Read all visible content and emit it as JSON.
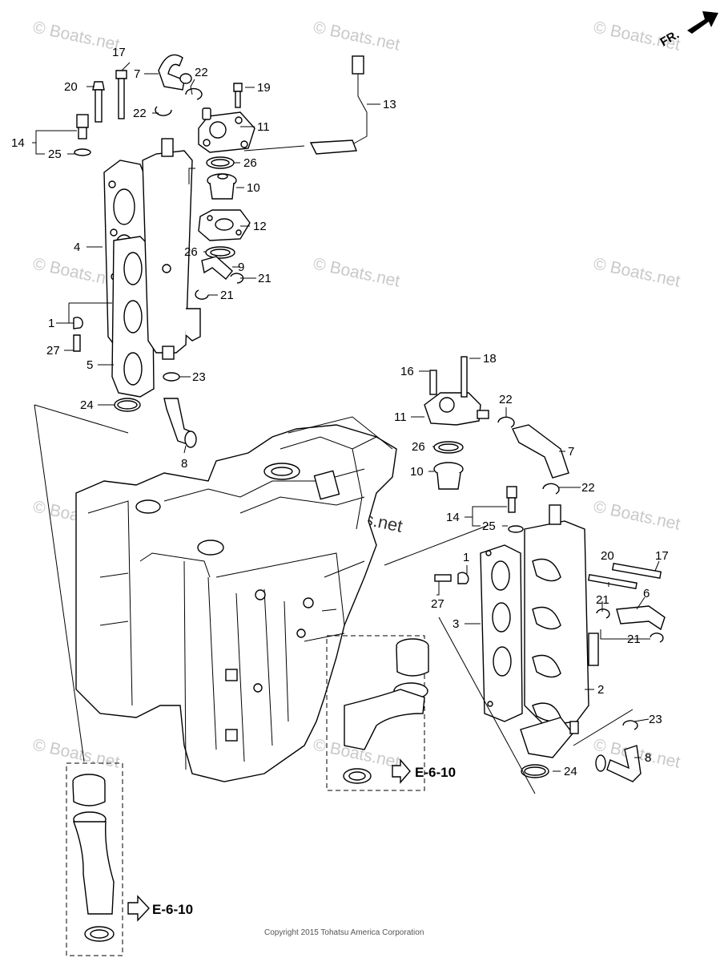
{
  "labels": {
    "l17a": "17",
    "l20a": "20",
    "l7a": "7",
    "l22a": "22",
    "l22b": "22",
    "l19": "19",
    "l14a": "14",
    "l25a": "25",
    "l11a": "11",
    "l13": "13",
    "l26a": "26",
    "l10a": "10",
    "l4": "4",
    "l12": "12",
    "l26b": "26",
    "l9": "9",
    "l21a": "21",
    "l21b": "21",
    "l1a": "1",
    "l27a": "27",
    "l5": "5",
    "l23a": "23",
    "l24a": "24",
    "l8a": "8",
    "l16": "16",
    "l18": "18",
    "l11b": "11",
    "l22c": "22",
    "l26c": "26",
    "l7b": "7",
    "l10b": "10",
    "l22d": "22",
    "l14b": "14",
    "l25b": "25",
    "l1b": "1",
    "l20b": "20",
    "l17b": "17",
    "l27b": "27",
    "l6": "6",
    "l3": "3",
    "l21c": "21",
    "l21d": "21",
    "l2": "2",
    "l23b": "23",
    "l8b": "8",
    "l24b": "24"
  },
  "references": {
    "ref_a": "E-6-10",
    "ref_b": "E-6-10"
  },
  "direction_label": "FR.",
  "watermark": "© Boats.net",
  "copyright": "Copyright 2015 Tohatsu America Corporation"
}
